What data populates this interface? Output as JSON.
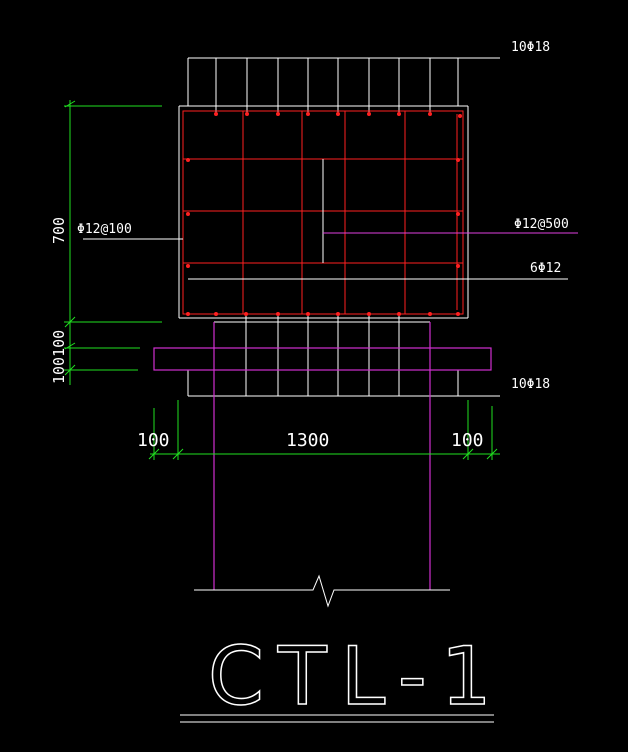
{
  "colors": {
    "background": "#000000",
    "outline": "#ffffff",
    "rebar": "#ff2020",
    "dimension": "#20e020",
    "pier": "#d030d0",
    "leader_pink": "#e040e0"
  },
  "labels": {
    "top_bars": "10Φ18",
    "stirrup": "Φ12@100",
    "tie_bar": "Φ12@500",
    "side_bars": "6Φ12",
    "bottom_bars": "10Φ18"
  },
  "dimensions": {
    "height": "700",
    "cover_stack": "100100",
    "left_edge": "100",
    "width": "1300",
    "right_edge": "100"
  },
  "title": "CTL-1"
}
